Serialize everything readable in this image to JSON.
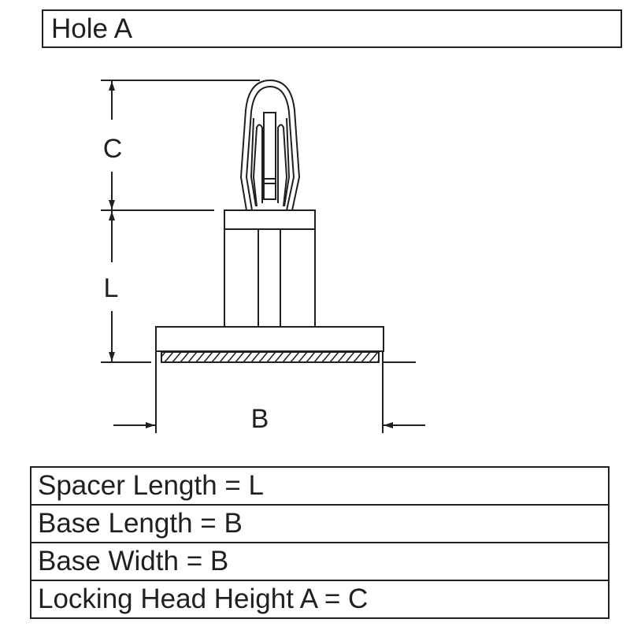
{
  "title": "Hole A",
  "diagram": {
    "dimension_labels": {
      "c": "C",
      "l": "L",
      "b": "B"
    }
  },
  "spec_table": [
    {
      "text": "Spacer Length = L"
    },
    {
      "text": "Base Length = B"
    },
    {
      "text": "Base Width = B"
    },
    {
      "text": "Locking Head Height A = C"
    }
  ]
}
